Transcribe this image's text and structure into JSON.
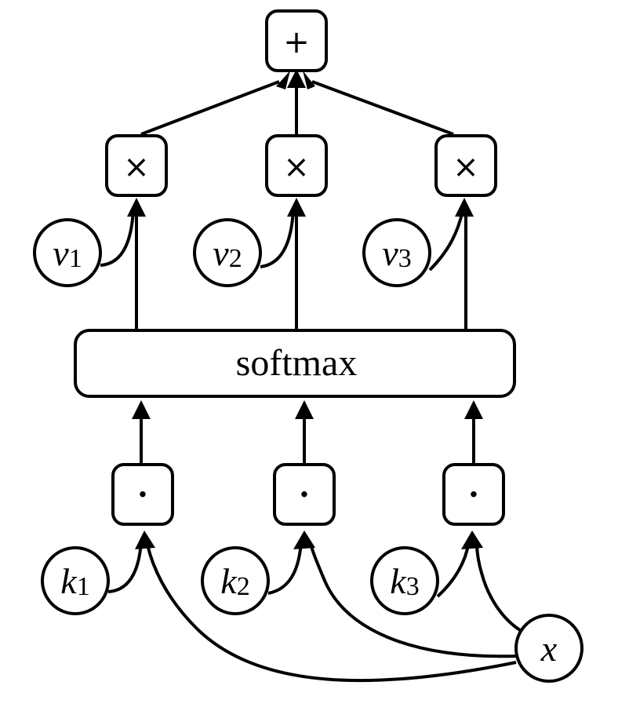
{
  "sum_node": {
    "label": "+"
  },
  "product_nodes": [
    {
      "label": "×"
    },
    {
      "label": "×"
    },
    {
      "label": "×"
    }
  ],
  "softmax": {
    "label": "softmax"
  },
  "dot_nodes": [
    {
      "label": "·"
    },
    {
      "label": "·"
    },
    {
      "label": "·"
    }
  ],
  "values": [
    {
      "symbol": "v",
      "index": "1"
    },
    {
      "symbol": "v",
      "index": "2"
    },
    {
      "symbol": "v",
      "index": "3"
    }
  ],
  "keys": [
    {
      "symbol": "k",
      "index": "1"
    },
    {
      "symbol": "k",
      "index": "2"
    },
    {
      "symbol": "k",
      "index": "3"
    }
  ],
  "query": {
    "symbol": "x"
  }
}
